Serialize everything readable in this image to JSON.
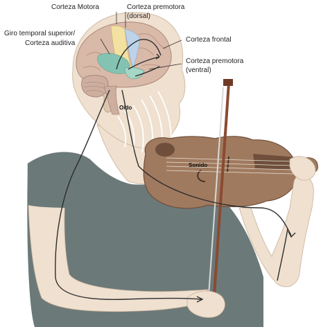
{
  "labels": {
    "motor_cortex": "Corteza Motora",
    "premotor_dorsal_1": "Corteza premotora",
    "premotor_dorsal_2": "(dorsal)",
    "auditory_1": "Giro temporal superior/",
    "auditory_2": "Corteza auditiva",
    "frontal_cortex": "Corteza frontal",
    "premotor_ventral_1": "Corteza premotora",
    "premotor_ventral_2": "(ventral)",
    "ear": "Oído",
    "sound": "Sonido"
  },
  "colors": {
    "skin": "#efe0cf",
    "skin_shade": "#dcc6ae",
    "brain": "#d9b9a8",
    "motor": "#f2e1a0",
    "premotor_dorsal": "#bcd3ea",
    "auditory": "#84c3b2",
    "shirt": "#6c7979",
    "violin": "#a07a5f",
    "violin_dark": "#6f4f3b",
    "bow": "#8a4a32"
  }
}
